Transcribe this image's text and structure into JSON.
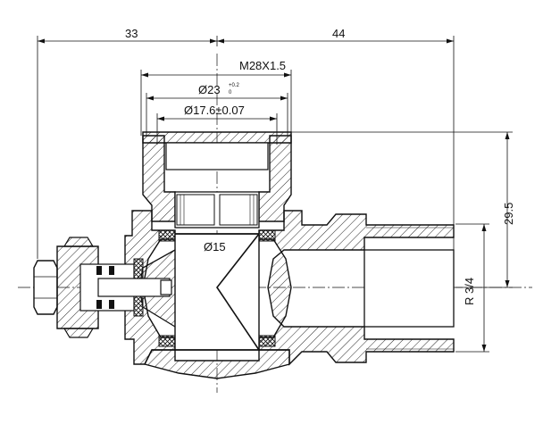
{
  "dimensions": {
    "left_length": "33",
    "right_length": "44",
    "thread": "M28X1.5",
    "diameter_23": "Ø23",
    "diameter_23_tol_upper": "+0.2",
    "diameter_23_tol_lower": "0",
    "diameter_17_6": "Ø17.6±0.07",
    "diameter_15": "Ø15",
    "height": "29.5",
    "pipe_thread": "R 3/4"
  },
  "colors": {
    "line": "#111111",
    "background": "#ffffff"
  }
}
